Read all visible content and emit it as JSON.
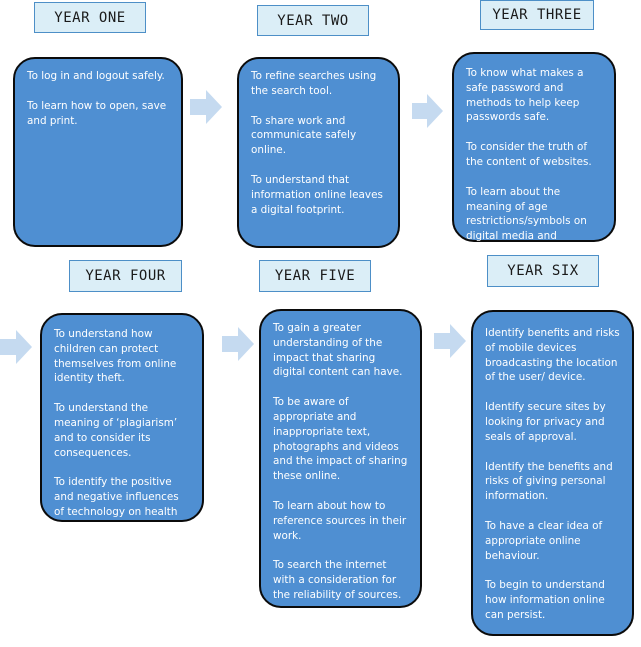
{
  "years": [
    {
      "title": "YEAR ONE",
      "items": [
        "To log in and logout safely.",
        "To learn how to open, save and print."
      ]
    },
    {
      "title": "YEAR TWO",
      "items": [
        "To refine searches using the search tool.",
        "To share work and communicate safely online.",
        "To understand that information online leaves a digital footprint."
      ]
    },
    {
      "title": "YEAR THREE",
      "items": [
        "To know what makes a safe password and methods to help keep passwords safe.",
        "To consider the truth of the content of websites.",
        "To learn about the meaning of age restrictions/symbols on digital media and devices."
      ]
    },
    {
      "title": "YEAR FOUR",
      "items": [
        "To understand how children can protect themselves from online identity theft.",
        "To understand the meaning of ‘plagiarism’ and to consider its consequences.",
        "To identify the positive and negative influences of technology on health and the environment."
      ]
    },
    {
      "title": "YEAR FIVE",
      "items": [
        "To gain a greater understanding of the impact that sharing digital content can have.",
        "To be aware of appropriate and inappropriate text, photographs and videos and the impact of sharing these online.",
        "To learn about how to reference sources in their work.",
        "To search the internet with a consideration for the reliability of sources."
      ]
    },
    {
      "title": "YEAR SIX",
      "items": [
        "Identify benefits and risks of mobile devices broadcasting the location of the user/ device.",
        "Identify secure sites by looking for privacy and seals of approval.",
        "Identify the benefits and risks of giving personal information.",
        "To have a clear idea of appropriate online behaviour.",
        "To begin to understand how information online can persist."
      ]
    }
  ],
  "colors": {
    "box_fill": "#4f8fd2",
    "box_border": "#0b0b0b",
    "title_fill": "#dbeef7",
    "arrow_fill": "#c5daf0"
  }
}
